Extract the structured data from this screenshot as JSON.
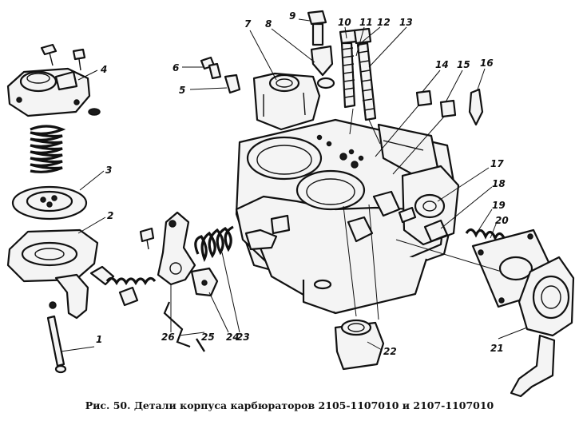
{
  "caption": "Рис. 50. Детали корпуса карбюраторов 2105-1107010 и 2107-1107010",
  "callouts": [
    "1",
    "2",
    "3",
    "4",
    "5",
    "6",
    "7",
    "8",
    "9",
    "10",
    "11",
    "12",
    "13",
    "14",
    "15",
    "16",
    "17",
    "18",
    "19",
    "20",
    "21",
    "22",
    "23",
    "24",
    "25",
    "26"
  ]
}
